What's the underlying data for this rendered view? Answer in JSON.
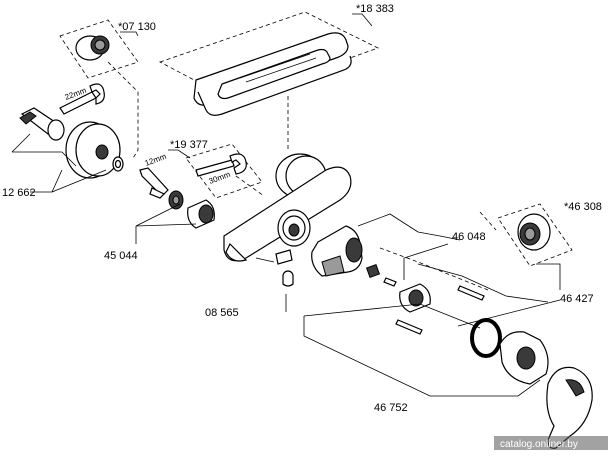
{
  "part_numbers": {
    "p07130": "*07 130",
    "p18383": "*18 383",
    "p19377": "*19 377",
    "p46308": "*46 308",
    "p12662": "12 662",
    "p45044": "45 044",
    "p46048": "46 048",
    "p08565": "08 565",
    "p46427": "46 427",
    "p46752": "46 752"
  },
  "tool_sizes": {
    "wrench_22": "22mm",
    "hex_key_12": "12mm",
    "wrench_30": "30mm"
  },
  "watermark": "catalog.onliner.by"
}
